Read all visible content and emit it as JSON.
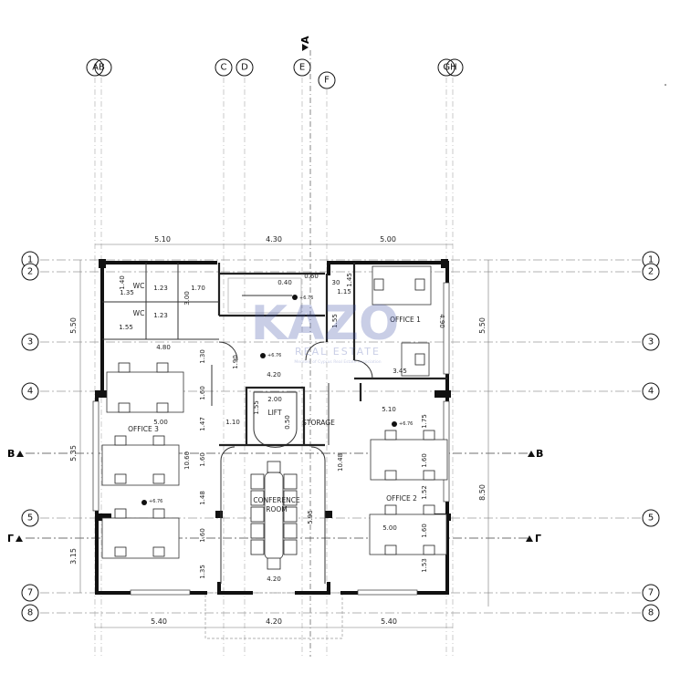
{
  "grid": {
    "columns": [
      "AB",
      "C",
      "D",
      "E",
      "F",
      "GH"
    ],
    "rows": [
      "1",
      "2",
      "3",
      "4",
      "5",
      "7",
      "8"
    ],
    "section_marks": [
      "B",
      "B",
      "Γ",
      "Γ",
      "A"
    ]
  },
  "rooms": {
    "wc1": "WC",
    "wc2": "WC",
    "office1": "OFFICE 1",
    "office2": "OFFICE 2",
    "office3": "OFFICE 3",
    "lift": "LIFT",
    "storage": "STORAGE",
    "conference_1": "CONFERENCE",
    "conference_2": "ROOM"
  },
  "outer_dims": {
    "top": [
      "5.10",
      "4.30",
      "5.00"
    ],
    "bottom": [
      "5.40",
      "4.20",
      "5.40"
    ],
    "left": [
      "5.50",
      "5.35",
      "3.15"
    ],
    "right": [
      "5.50",
      "8.50"
    ]
  },
  "dims": [
    "1.40",
    "1.35",
    "1.23",
    "1.70",
    "3.00",
    "1.23",
    "1.55",
    "4.80",
    "0.40",
    "0.60",
    "30",
    "1.45",
    "1.15",
    "1.55",
    "4.90",
    "3.45",
    "1.30",
    "1.90",
    "4.20",
    "1.60",
    "2.00",
    "1.55",
    "1.10",
    "0.50",
    "1.47",
    "5.00",
    "10.60",
    "1.60",
    "10.48",
    "5.10",
    "1.75",
    "1.60",
    "1.48",
    "5.95",
    "1.52",
    "5.00",
    "1.60",
    "1.60",
    "1.53",
    "1.35",
    "4.20"
  ],
  "elevations": [
    "+6.76",
    "+6.76",
    "+6.76",
    "+6.76"
  ],
  "watermark": {
    "brand": "KAZO",
    "sub": "REAL ESTATE",
    "note": "Member of Cyprus Real Estate Association"
  }
}
